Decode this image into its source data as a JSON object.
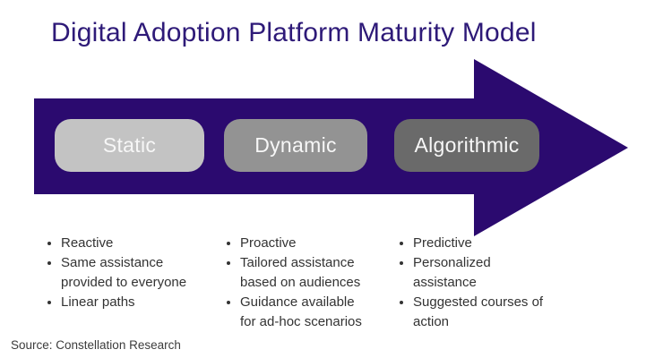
{
  "title": "Digital Adoption Platform Maturity Model",
  "source": "Source: Constellation Research",
  "stages": [
    {
      "label": "Static"
    },
    {
      "label": "Dynamic"
    },
    {
      "label": "Algorithmic"
    }
  ],
  "columns": [
    {
      "stage": "Static",
      "items": [
        "Reactive",
        "Same assistance\nprovided to everyone",
        "Linear paths"
      ]
    },
    {
      "stage": "Dynamic",
      "items": [
        "Proactive",
        "Tailored assistance\nbased on audiences",
        "Guidance available\nfor ad-hoc scenarios"
      ]
    },
    {
      "stage": "Algorithmic",
      "items": [
        "Predictive",
        "Personalized\nassistance",
        "Suggested courses of\naction"
      ]
    }
  ],
  "colors": {
    "arrow": "#2b0a6f",
    "title-text": "#2e1a78",
    "stage-static": "#c3c3c3",
    "stage-dynamic": "#939393",
    "stage-algorithmic": "#6a6a6a",
    "stage-label": "#f7f7f7",
    "body-text": "#333333",
    "source-text": "#3c3c3c"
  }
}
